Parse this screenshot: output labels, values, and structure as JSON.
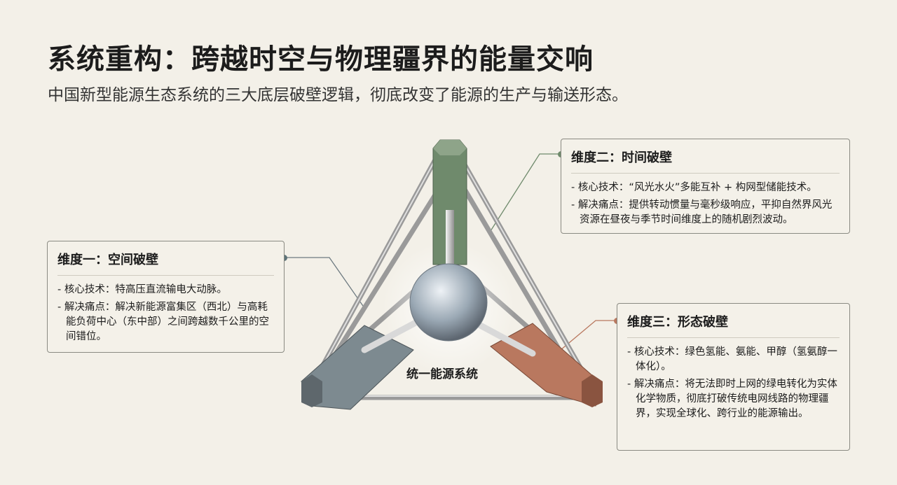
{
  "header": {
    "title": "系统重构：跨越时空与物理疆界的能量交响",
    "subtitle": "中国新型能源生态系统的三大底层破壁逻辑，彻底改变了能源的生产与输送形态。"
  },
  "diagram": {
    "center_label": "统一能源系统",
    "colors": {
      "time": "#6f8a6c",
      "space": "#7d8a90",
      "form": "#b9785f"
    }
  },
  "dimensions": [
    {
      "title": "维度一：空间破壁",
      "core": "- 核心技术：特高压直流输电大动脉。",
      "pain": "- 解决痛点：解决新能源富集区（西北）与高耗能负荷中心（东中部）之间跨越数千公里的空间错位。"
    },
    {
      "title": "维度二：时间破壁",
      "core": "- 核心技术：“风光水火”多能互补 + 构网型储能技术。",
      "pain": "- 解决痛点：提供转动惯量与毫秒级响应，平抑自然界风光资源在昼夜与季节时间维度上的随机剧烈波动。"
    },
    {
      "title": "维度三：形态破壁",
      "core": "- 核心技术：绿色氢能、氨能、甲醇（氢氨醇一体化）。",
      "pain": "- 解决痛点：将无法即时上网的绿电转化为实体化学物质，彻底打破传统电网线路的物理疆界，实现全球化、跨行业的能源输出。"
    }
  ]
}
